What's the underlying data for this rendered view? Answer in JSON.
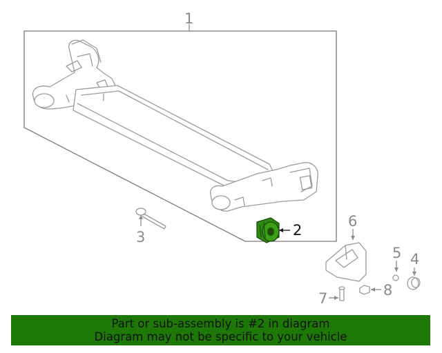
{
  "diagram": {
    "callouts": [
      {
        "label": "1",
        "highlighted": false
      },
      {
        "label": "2",
        "highlighted": true
      },
      {
        "label": "3",
        "highlighted": false
      },
      {
        "label": "4",
        "highlighted": false
      },
      {
        "label": "5",
        "highlighted": false
      },
      {
        "label": "6",
        "highlighted": false
      },
      {
        "label": "7",
        "highlighted": false
      },
      {
        "label": "8",
        "highlighted": false
      }
    ],
    "highlight_color": "#2e8b12"
  },
  "banner": {
    "line1": "Part or sub-assembly is #2 in diagram",
    "line2": "Diagram may not be specific to your vehicle",
    "background": "#1e7808"
  }
}
